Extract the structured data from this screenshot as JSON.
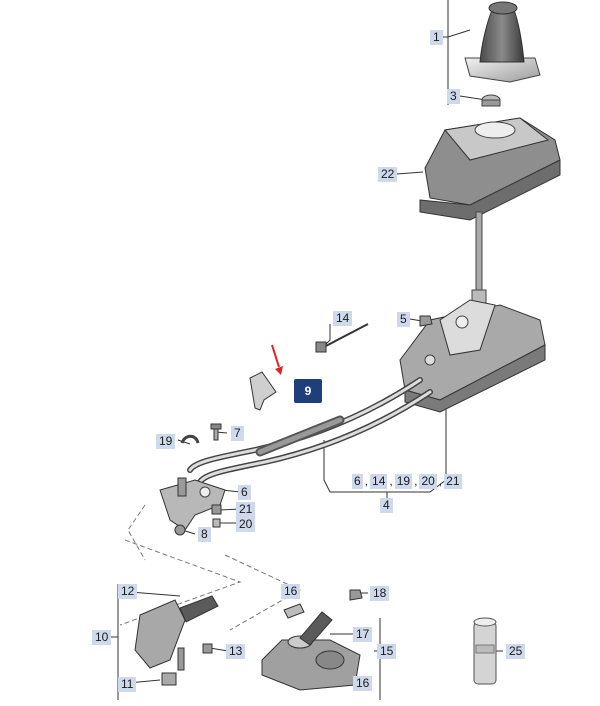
{
  "diagram": {
    "labels": {
      "p1": "1",
      "p3": "3",
      "p22": "22",
      "p14": "14",
      "p5": "5",
      "p9": "9",
      "p7": "7",
      "p19": "19",
      "p6": "6",
      "p21": "21",
      "p20": "20",
      "p8": "8",
      "p4": "4",
      "p12": "12",
      "p10": "10",
      "p11": "11",
      "p13": "13",
      "p16a": "16",
      "p18": "18",
      "p17": "17",
      "p15": "15",
      "p16b": "16",
      "p25": "25"
    },
    "group_4": {
      "items": [
        "6",
        "14",
        "19",
        "20",
        "21"
      ],
      "separators": [
        ",",
        ",",
        ",",
        ","
      ]
    },
    "colors": {
      "label_bg": "#cfd9ec",
      "highlight_bg": "#1f3f7a",
      "arrow": "#e32020",
      "line": "#333333",
      "part_fill": "#e6e6e6",
      "part_stroke": "#444444"
    }
  }
}
